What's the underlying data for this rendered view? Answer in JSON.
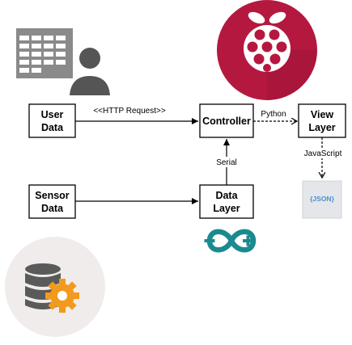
{
  "nodes": {
    "user_data": [
      "User",
      "Data"
    ],
    "controller": [
      "Controller"
    ],
    "view_layer": [
      "View",
      "Layer"
    ],
    "sensor_data": [
      "Sensor",
      "Data"
    ],
    "data_layer": [
      "Data",
      "Layer"
    ]
  },
  "edges": {
    "http_request": "<<HTTP Request>>",
    "python": "Python",
    "serial": "Serial",
    "javascript": "JavaScript"
  },
  "json_badge": "{JSON}",
  "icons": [
    "spreadsheet-user-icon",
    "raspberry-pi-icon",
    "arduino-icon",
    "database-gear-icon",
    "json-file-icon"
  ],
  "colors": {
    "raspberry": "#b5183f",
    "arduino": "#1b8a8f",
    "database": "#5a5a5a",
    "gear": "#f29a1d",
    "grid": "#8a8a8a",
    "json_blue": "#4f8fd0"
  }
}
